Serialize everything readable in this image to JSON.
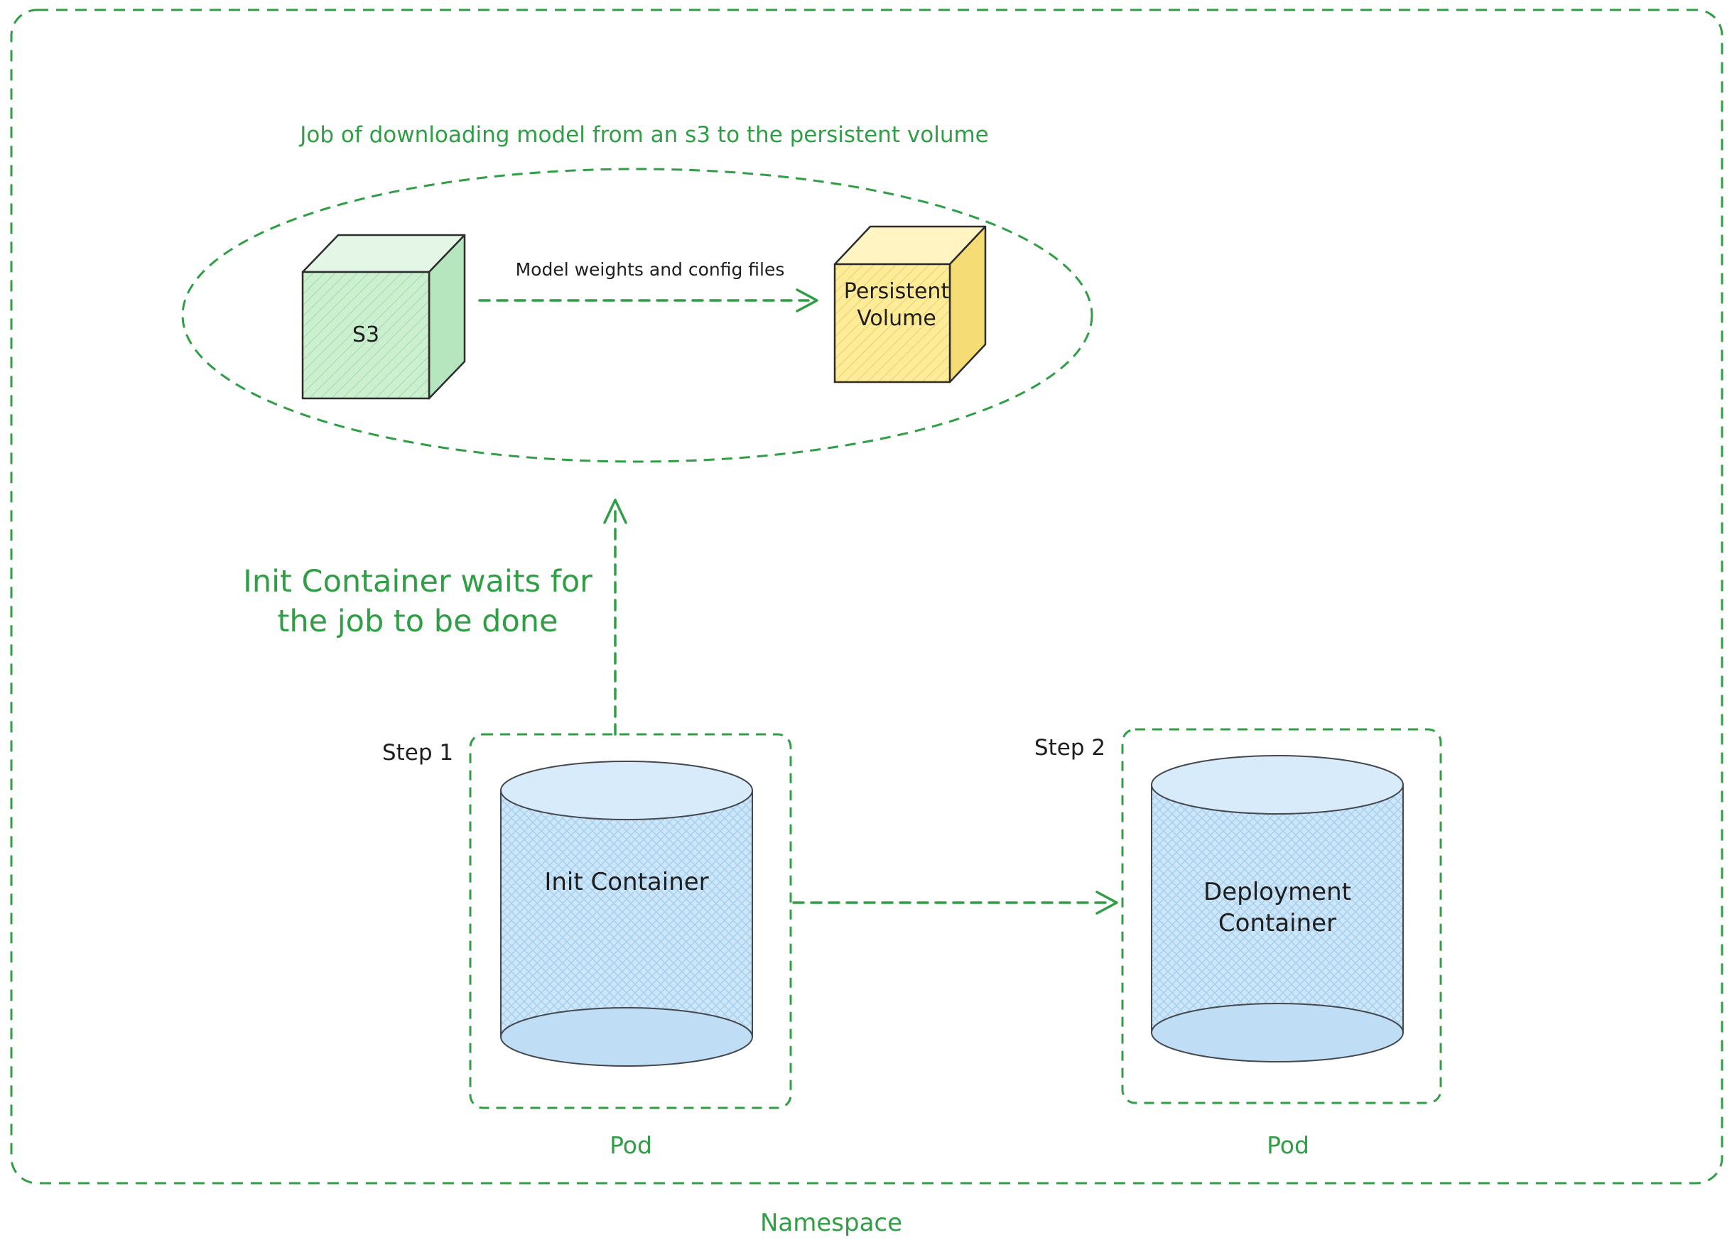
{
  "colors": {
    "green": "#2f9e44",
    "ink": "#1e1e1e",
    "s3_fill": "#b2f2bb",
    "persistent_volume_fill": "#ffec99",
    "cylinder_fill": "#a5d8ff"
  },
  "namespace": {
    "label": "Namespace"
  },
  "job": {
    "title": "Job of downloading model from an s3 to the persistent volume",
    "s3_label": "S3",
    "persistent_volume_label": "Persistent\nVolume",
    "transfer_label": "Model weights and config files"
  },
  "wait_note": "Init Container waits for\nthe job to be done",
  "steps": [
    {
      "label": "Step 1",
      "container": "Init Container",
      "pod": "Pod"
    },
    {
      "label": "Step 2",
      "container": "Deployment\nContainer",
      "pod": "Pod"
    }
  ]
}
